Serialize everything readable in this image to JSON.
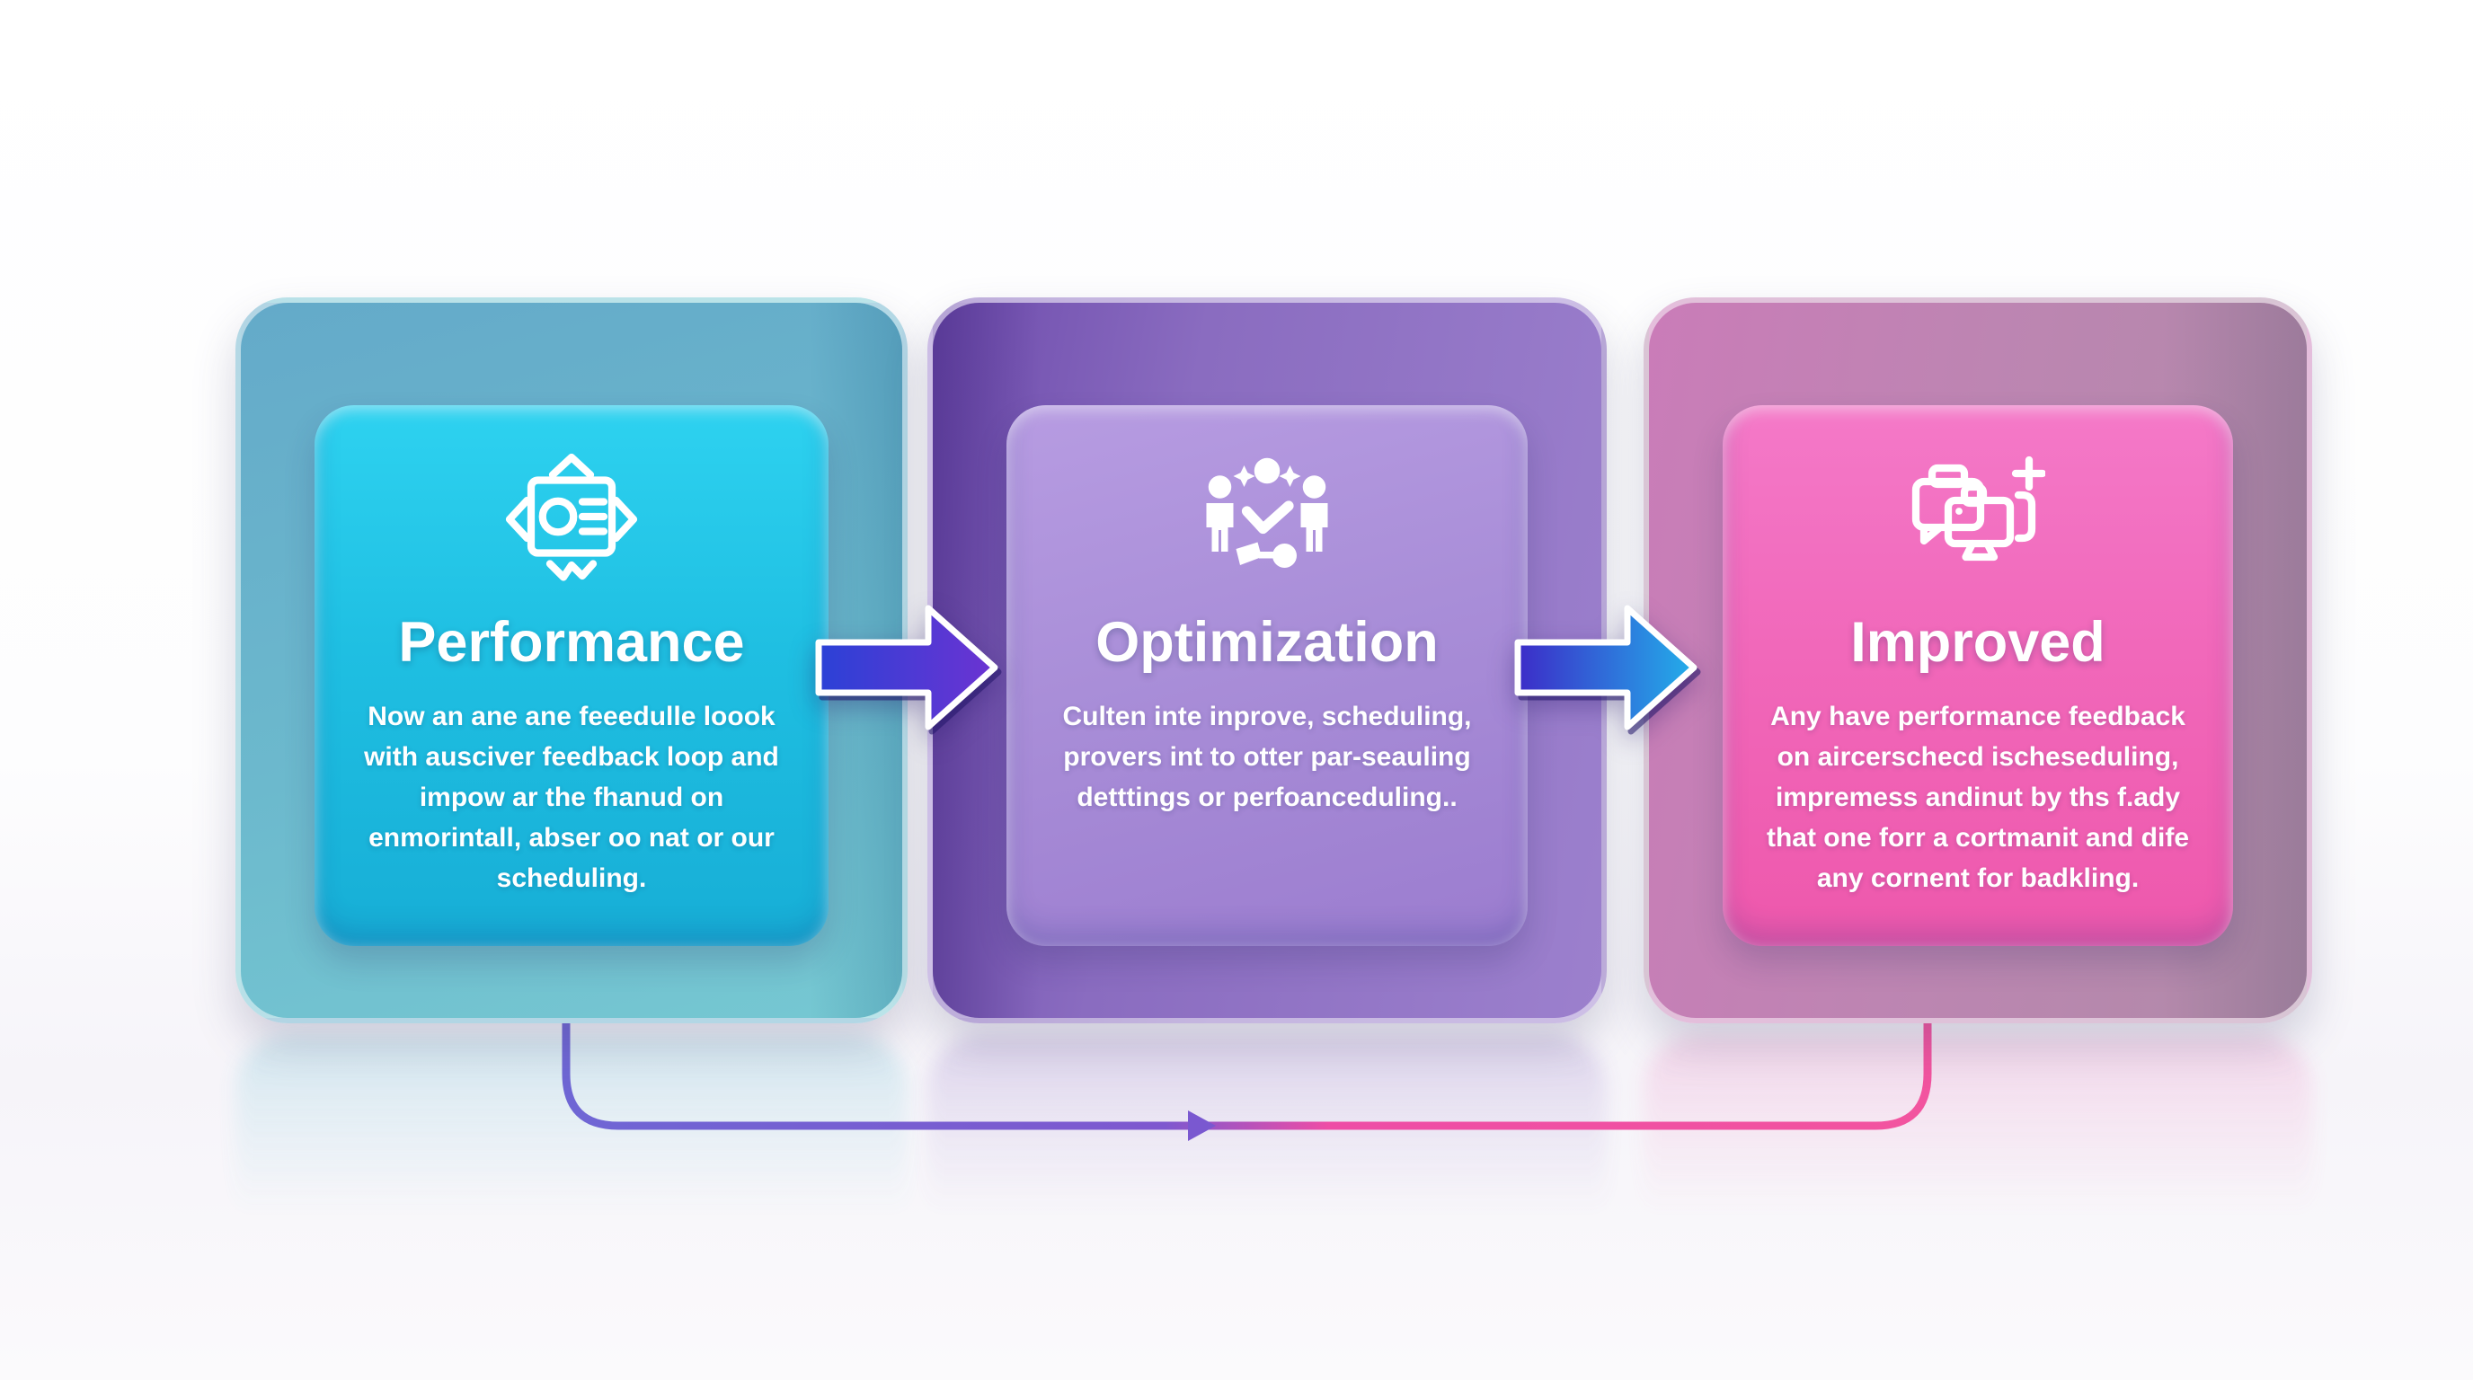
{
  "cards": [
    {
      "title": "Performance",
      "body": "Now an ane ane feeedulle loook with ausciver feedback loop and impow ar the fhanud on enmorintall, abser oo nat or our scheduling.",
      "icon": "badge-document-icon",
      "colors": {
        "outer": "#6ab4cc",
        "panel_top": "#2ed2f0",
        "panel_bottom": "#17aed6",
        "text": "#ffffff"
      }
    },
    {
      "title": "Optimization",
      "body": "Culten inte inprove, scheduling, provers int to otter par-seauling detttings or perfoanceduling..",
      "icon": "team-sync-icon",
      "colors": {
        "outer": "#8a6cc0",
        "panel_top": "#b79ce2",
        "panel_bottom": "#9b7ccf",
        "text": "#ffffff"
      }
    },
    {
      "title": "Improved",
      "body": "Any have performance feedback on aircerschecd ischeseduling, impremess andinut by ths f.ady that one forr a cortmanit and dife any cornent for badkling.",
      "icon": "screens-plus-icon",
      "colors": {
        "outer": "#c07fb3",
        "panel_top": "#f479c8",
        "panel_bottom": "#ee58ac",
        "text": "#ffffff"
      }
    }
  ],
  "arrows": [
    {
      "name": "arrow-performance-to-optimization",
      "direction": "right",
      "gradient": [
        "#2b41d6",
        "#6c33d2"
      ],
      "outline": "#ffffff"
    },
    {
      "name": "arrow-optimization-to-improved",
      "direction": "right",
      "gradient": [
        "#3c2cc8",
        "#23aeea"
      ],
      "outline": "#ffffff"
    }
  ],
  "loop": {
    "description": "feedback loop from Performance card bottom to Improved card bottom",
    "start_color": "#6f66d4",
    "mid_color": "#7e58cf",
    "end_color": "#ee4da6",
    "far_color": "#f2549f",
    "arrowhead_color": "#7a58d0"
  }
}
